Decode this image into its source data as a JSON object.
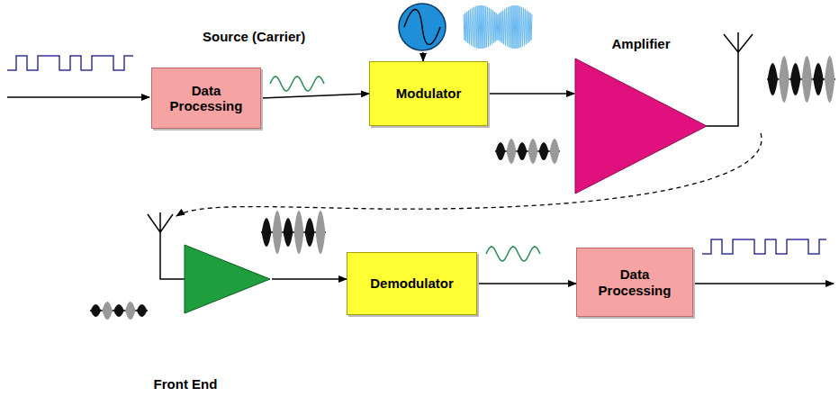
{
  "diagram": {
    "nodes": [
      {
        "text": [
          "Source (Carrier)"
        ]
      },
      {
        "text": [
          "Data Processing"
        ]
      },
      {
        "text": [
          "Modulator"
        ]
      },
      {
        "text": [
          "Amplifier"
        ]
      },
      {
        "text": [
          "Front End"
        ]
      },
      {
        "text": [
          "Demodulator"
        ]
      },
      {
        "text": [
          "Data Processing"
        ]
      }
    ],
    "edges": [
      {
        "from": 0,
        "to": 2,
        "arrow": "to"
      },
      {
        "from": 1,
        "to": 2,
        "arrow": "to"
      },
      {
        "from": 2,
        "to": 3,
        "arrow": "to"
      },
      {
        "from": 4,
        "to": 5,
        "arrow": "to"
      },
      {
        "from": 5,
        "to": 6,
        "arrow": "to"
      }
    ]
  }
}
